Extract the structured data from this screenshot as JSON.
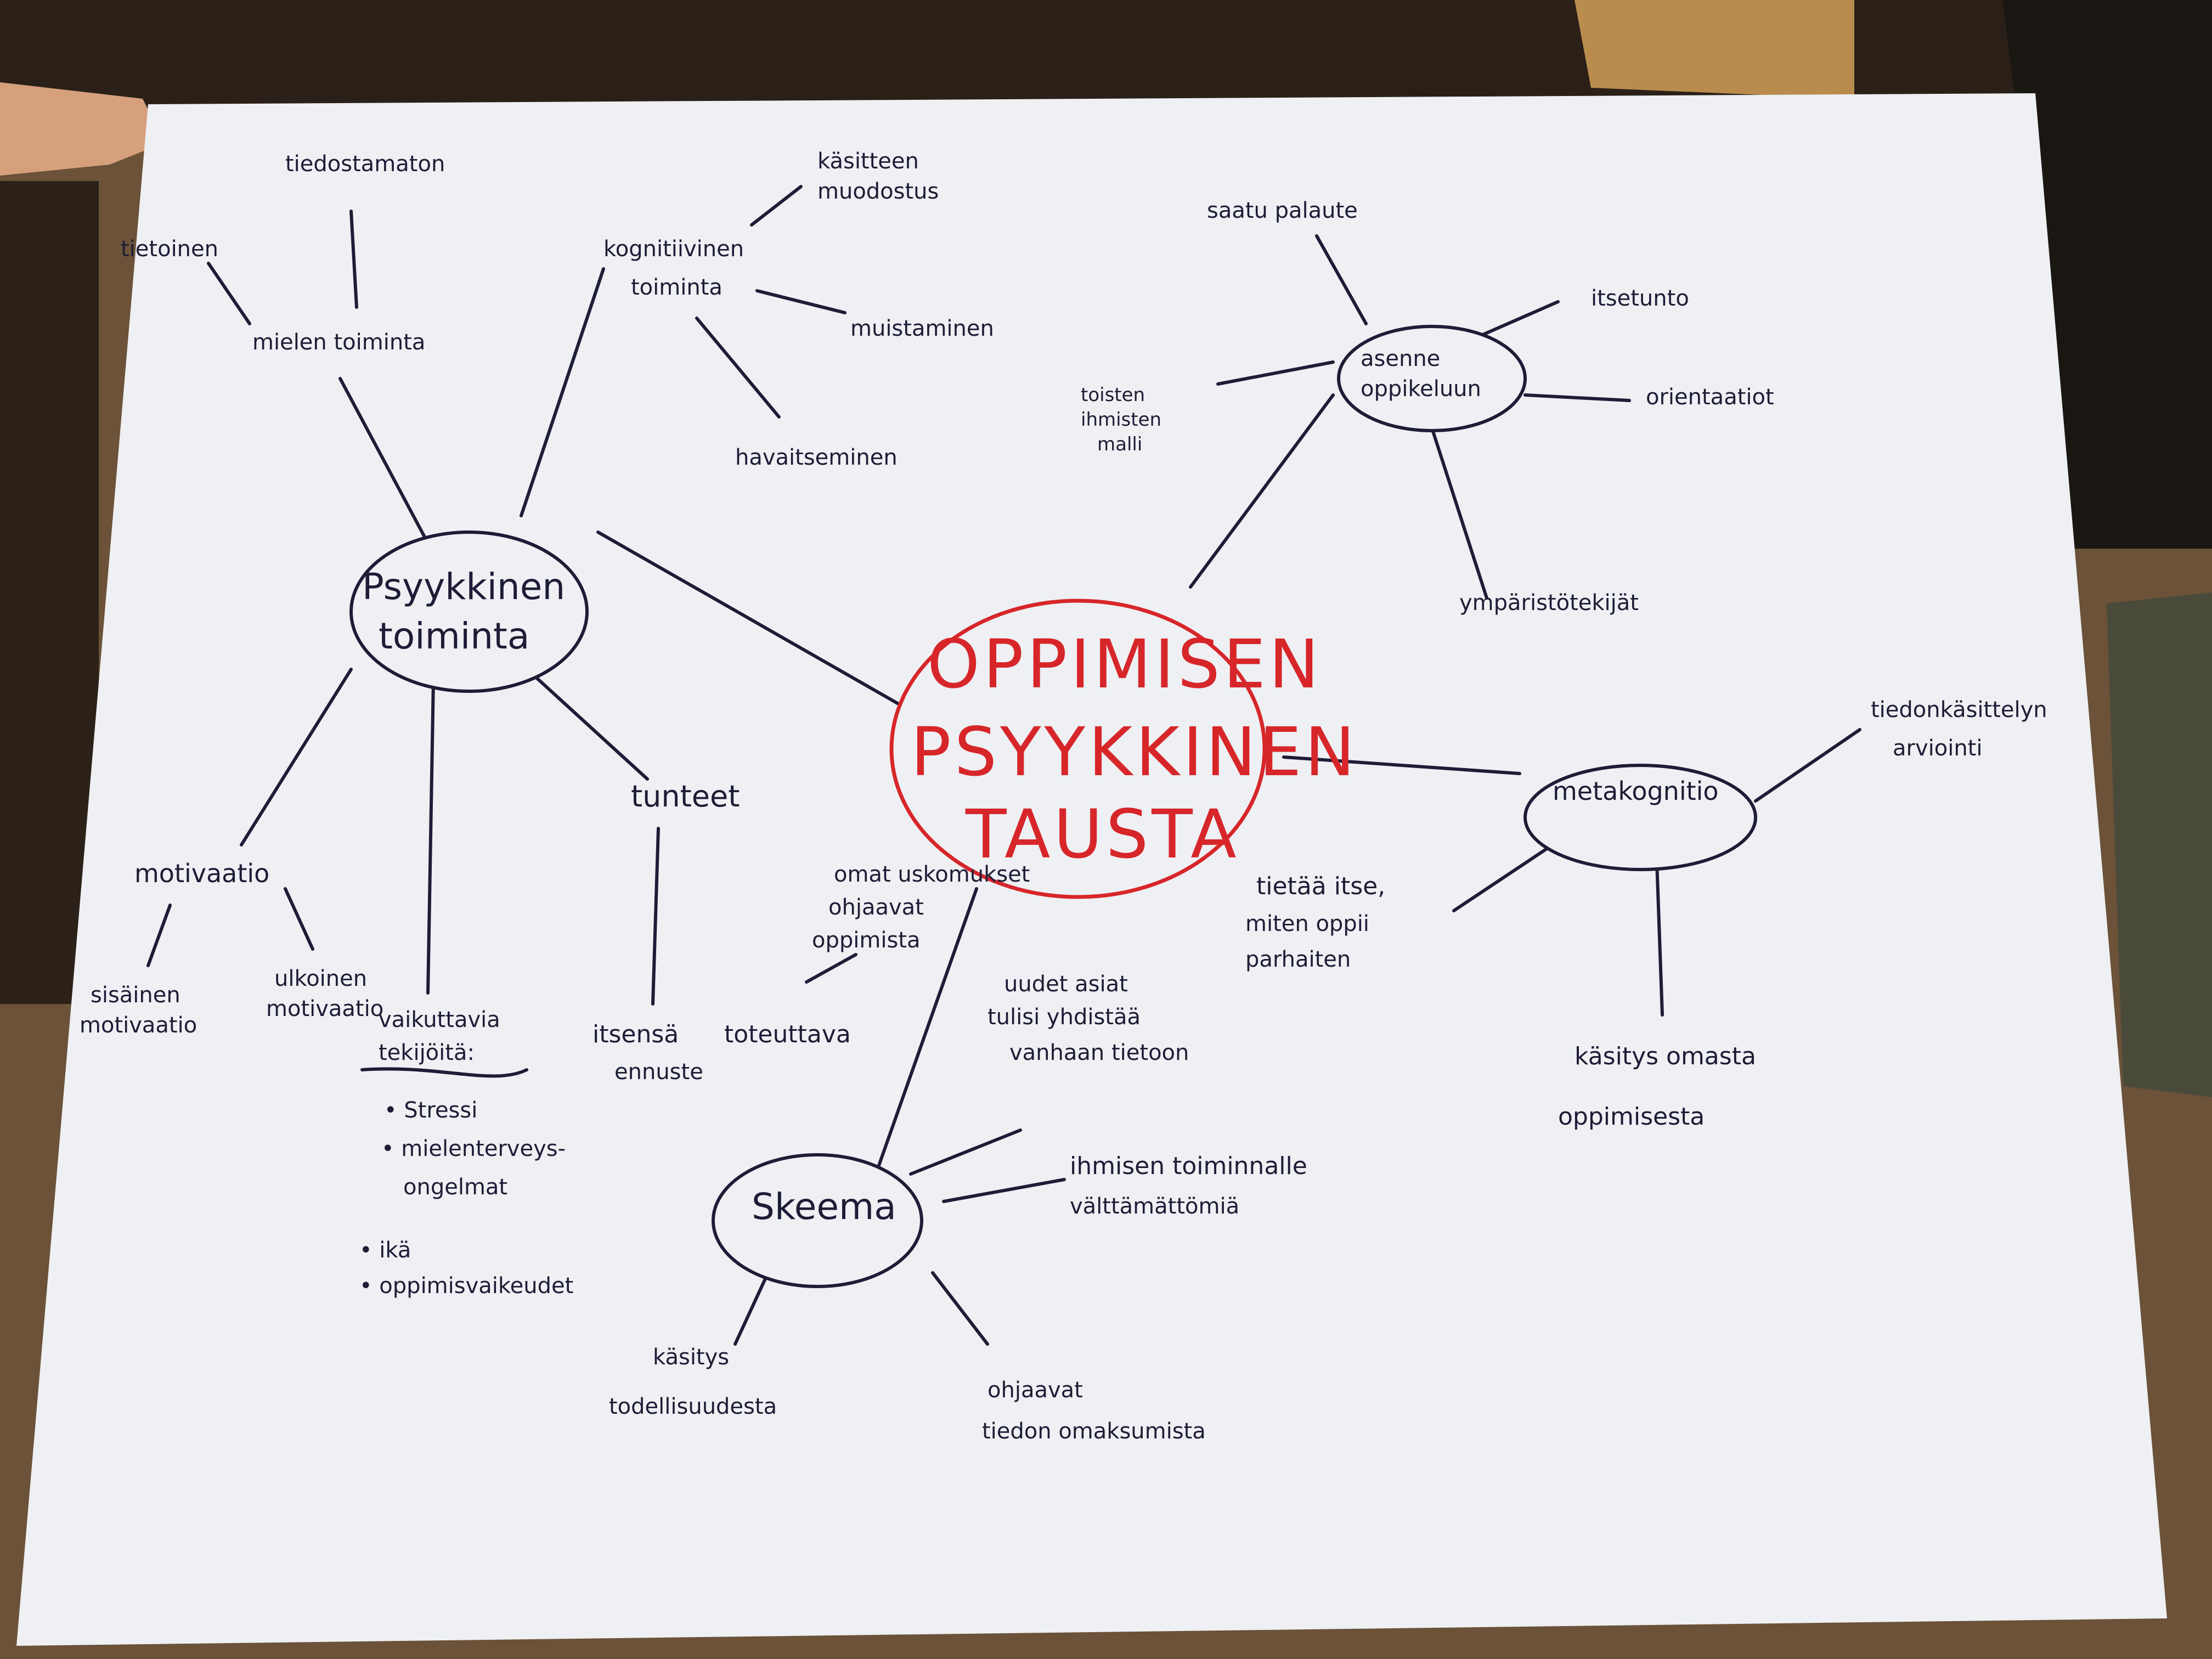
{
  "colors": {
    "paper": "#eef0f3",
    "ink": "#1e1c36",
    "center_ink": "#d7262a",
    "table": "#5a4632"
  },
  "center": {
    "lines": [
      "OPPIMISEN",
      "PSYYKKINEN",
      "TAUSTA"
    ]
  },
  "hubs": {
    "psyykkinen_line1": "Psyykkinen",
    "psyykkinen_line2": "toiminta",
    "asenne_line1": "asenne",
    "asenne_line2": "oppikeluun",
    "metakognitio": "metakognitio",
    "skeema": "Skeema"
  },
  "labels": {
    "tiedostamaton": "tiedostamaton",
    "tietoinen": "tietoinen",
    "mielen_toiminta": "mielen toiminta",
    "kasitteen_1": "käsitteen",
    "kasitteen_2": "muodostus",
    "kognitiivinen_1": "kognitiivinen",
    "kognitiivinen_2": "toiminta",
    "muistaminen": "muistaminen",
    "havaitseminen": "havaitseminen",
    "saatu_palaute": "saatu palaute",
    "itsetunto": "itsetunto",
    "toisten_1": "toisten",
    "toisten_2": "ihmisten",
    "toisten_3": "malli",
    "orientaatiot": "orientaatiot",
    "ymparistotekijat": "ympäristötekijät",
    "tunteet": "tunteet",
    "motivaatio": "motivaatio",
    "sisainen_1": "sisäinen",
    "sisainen_2": "motivaatio",
    "ulkoinen_1": "ulkoinen",
    "ulkoinen_2": "motivaatio",
    "vaikuttavia_1": "vaikuttavia",
    "vaikuttavia_2": "tekijöitä:",
    "bullet_stressi": "• Stressi",
    "bullet_mielenterveys_1": "• mielenterveys-",
    "bullet_mielenterveys_2": "ongelmat",
    "bullet_ika": "• ikä",
    "bullet_oppimisvaikeudet": "• oppimisvaikeudet",
    "itsensa_1": "itsensä",
    "itsensa_2": "ennuste",
    "toteuttava": "toteuttava",
    "omat_1": "omat uskomukset",
    "omat_2": "ohjaavat",
    "omat_3": "oppimista",
    "uudet_1": "uudet asiat",
    "uudet_2": "tulisi yhdistää",
    "uudet_3": "vanhaan tietoon",
    "ihmisen_1": "ihmisen toiminnalle",
    "ihmisen_2": "välttämättömiä",
    "kasitys_tod_1": "käsitys",
    "kasitys_tod_2": "todellisuudesta",
    "ohjaavat_1": "ohjaavat",
    "ohjaavat_2": "tiedon omaksumista",
    "tiedonkasittely_1": "tiedonkäsittelyn",
    "tiedonkasittely_2": "arviointi",
    "tietaa_1": "tietää itse,",
    "tietaa_2": "miten oppii",
    "tietaa_3": "parhaiten",
    "kasitys_oma_1": "käsitys omasta",
    "kasitys_oma_2": "oppimisesta"
  }
}
